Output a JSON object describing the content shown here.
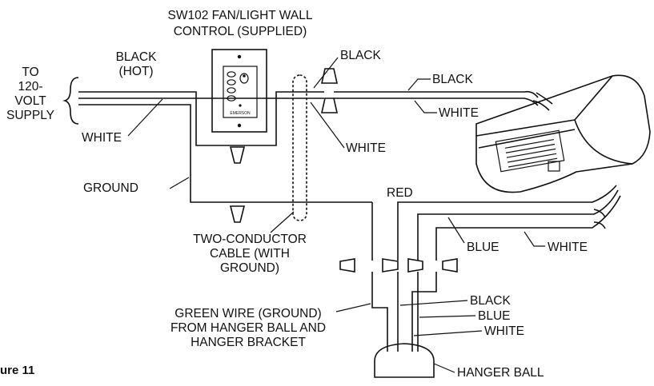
{
  "title": "SW102 FAN/LIGHT WALL",
  "title_line2": "CONTROL (SUPPLIED)",
  "supply": [
    "TO",
    "120-",
    "VOLT",
    "SUPPLY"
  ],
  "labels": {
    "black_hot": "BLACK",
    "hot": "(HOT)",
    "white_left": "WHITE",
    "ground": "GROUND",
    "black_top": "BLACK",
    "white_mid": "WHITE",
    "black_right": "BLACK",
    "white_right": "WHITE",
    "red": "RED",
    "blue": "BLUE",
    "white_fan": "WHITE",
    "cable": [
      "TWO-CONDUCTOR",
      "CABLE (WITH",
      "GROUND)"
    ],
    "green": [
      "GREEN WIRE (GROUND)",
      "FROM HANGER BALL AND",
      "HANGER BRACKET"
    ],
    "black_b": "BLACK",
    "blue_b": "BLUE",
    "white_b": "WHITE",
    "hanger_ball": "HANGER BALL",
    "brand": "EMERSON"
  },
  "figure_label": "ure 11",
  "colors": {
    "line": "#111111",
    "background": "#ffffff"
  }
}
